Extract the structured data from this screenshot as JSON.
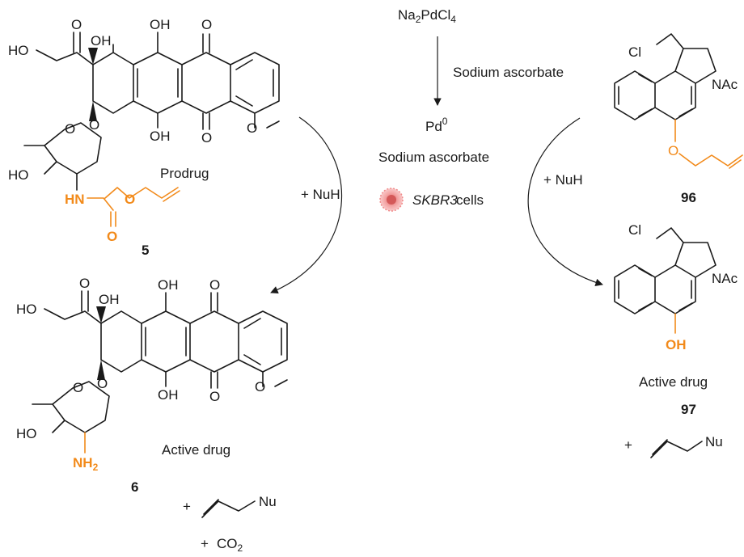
{
  "reagents": {
    "catalyst_precursor": "Na2PdCl4",
    "reductant": "Sodium ascorbate",
    "active_catalyst": "Pd0",
    "conditions_reductant": "Sodium ascorbate",
    "cell_line": "SKBR3",
    "cells_suffix": " cells"
  },
  "left_scheme": {
    "prodrug_label": "Prodrug",
    "prodrug_number": "5",
    "nucleophile": "+ NuH",
    "product_label": "Active drug",
    "product_number": "6",
    "byproduct_plus": "+",
    "byproduct_nu": "Nu",
    "co2_plus": "+",
    "co2_label": "CO2"
  },
  "right_scheme": {
    "prodrug_number": "96",
    "nucleophile": "+ NuH",
    "product_label": "Active drug",
    "product_number": "97",
    "byproduct_plus": "+",
    "byproduct_nu": "Nu"
  },
  "atoms": {
    "ho": "HO",
    "oh": "OH",
    "o": "O",
    "cl": "Cl",
    "nac": "NAc",
    "hn": "HN",
    "nh2": "NH2"
  },
  "colors": {
    "highlight": "#f28a1a",
    "ink": "#1a1a1a",
    "cell": "#f4a6a6"
  }
}
